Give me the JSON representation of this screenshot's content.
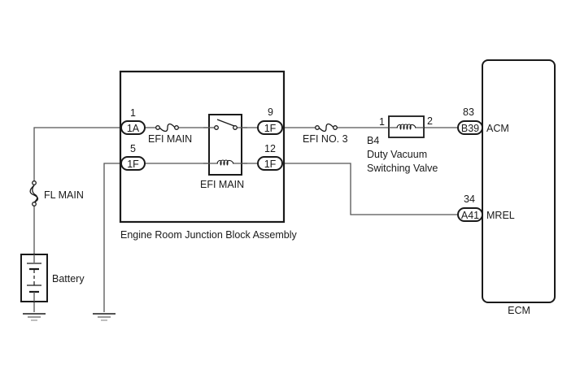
{
  "diagram": {
    "type": "wiring-diagram",
    "components": {
      "junction_block": {
        "label": "Engine Room Junction Block Assembly"
      },
      "ecm": {
        "label": "ECM"
      },
      "battery": {
        "label": "Battery"
      },
      "fl_main_fuse": {
        "label": "FL MAIN"
      },
      "efi_main_fuse": {
        "label": "EFI MAIN"
      },
      "efi_main_relay": {
        "label": "EFI MAIN"
      },
      "efi_no3_fuse": {
        "label": "EFI NO. 3"
      },
      "vsv": {
        "connector": "B4",
        "name_line1": "Duty Vacuum",
        "name_line2": "Switching Valve",
        "pin_in": "1",
        "pin_out": "2"
      }
    },
    "connectors": {
      "jb_in_1": {
        "pin": "1",
        "code": "1A"
      },
      "jb_in_5": {
        "pin": "5",
        "code": "1F"
      },
      "jb_out_9": {
        "pin": "9",
        "code": "1F"
      },
      "jb_out_12": {
        "pin": "12",
        "code": "1F"
      },
      "ecm_acm": {
        "pin": "83",
        "code": "B39",
        "signal": "ACM"
      },
      "ecm_mrel": {
        "pin": "34",
        "code": "A41",
        "signal": "MREL"
      }
    },
    "colors": {
      "line": "#1a1a1a",
      "wire": "#555555",
      "background": "#ffffff"
    }
  }
}
